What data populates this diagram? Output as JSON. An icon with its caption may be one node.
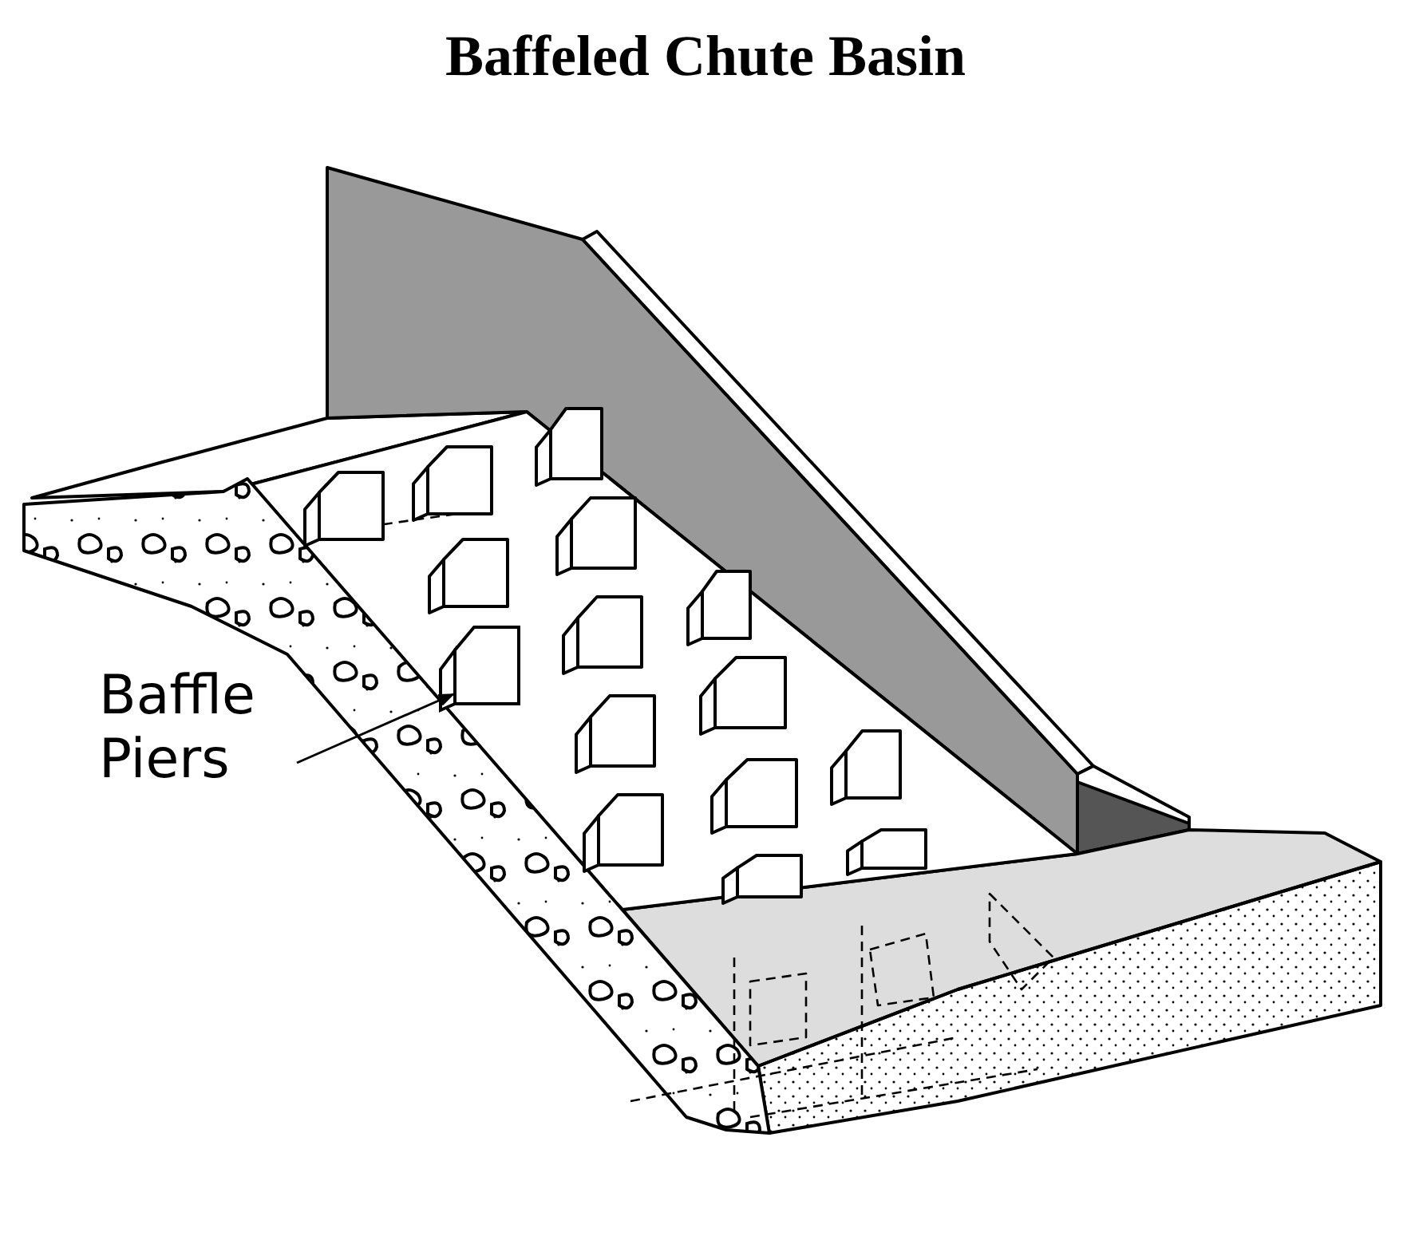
{
  "diagram": {
    "title": "Baffeled Chute Basin",
    "nodes": [
      {
        "text": [
          "Baffle Piers"
        ]
      },
      {
        "text": [],
        "shape": "box"
      }
    ],
    "edges": [
      {
        "from": 0,
        "to": 1,
        "arrow": "to"
      }
    ]
  }
}
